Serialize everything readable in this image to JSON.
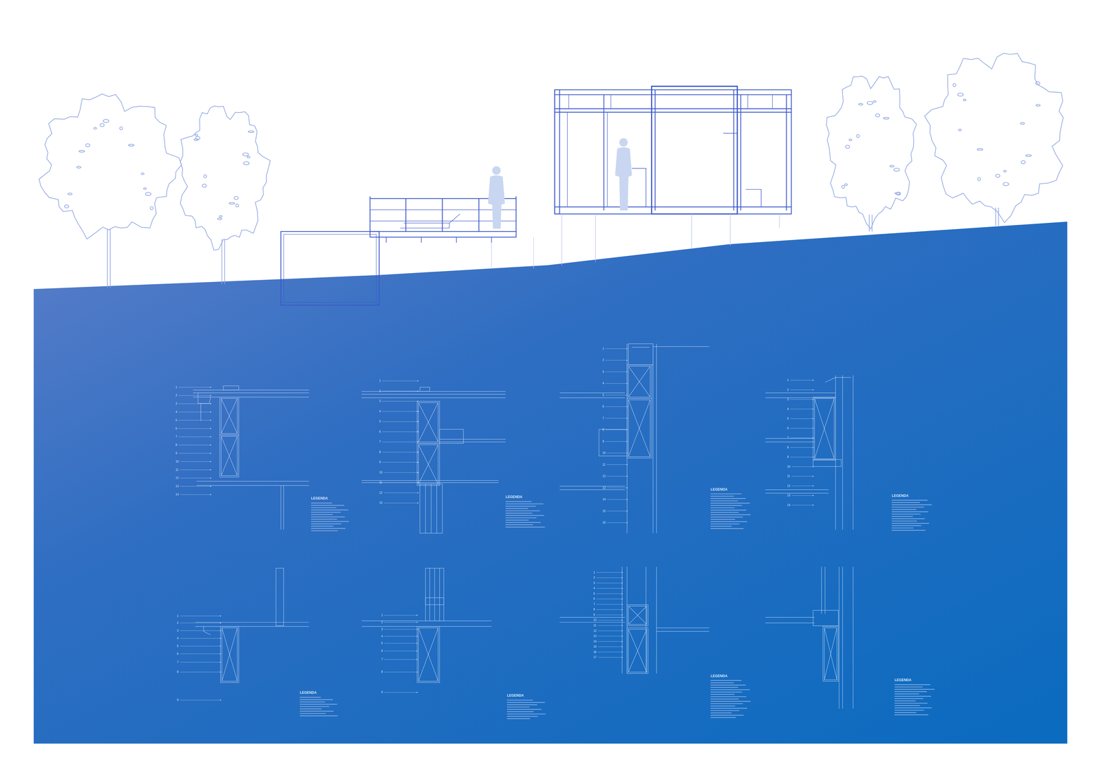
{
  "diagram": {
    "labels": [
      "1",
      "2",
      "3",
      "4",
      "5",
      "6",
      "7",
      "8",
      "9",
      "10",
      "11",
      "12",
      "13",
      "14",
      "LEGENDA",
      "1",
      "2",
      "3",
      "4",
      "5",
      "6",
      "7",
      "8",
      "9",
      "10",
      "11",
      "12",
      "13",
      "LEGENDA",
      "1",
      "2",
      "3",
      "4",
      "5",
      "6",
      "7",
      "8",
      "9",
      "10",
      "11",
      "12",
      "13",
      "14",
      "15",
      "16",
      "LEGENDA",
      "1",
      "2",
      "3",
      "4",
      "5",
      "6",
      "7",
      "8",
      "9",
      "10",
      "11",
      "12",
      "13",
      "14",
      "LEGENDA",
      "1",
      "2",
      "3",
      "4",
      "5",
      "6",
      "7",
      "8",
      "9",
      "LEGENDA",
      "1",
      "2",
      "3",
      "4",
      "5",
      "6",
      "7",
      "8",
      "9",
      "LEGENDA",
      "1",
      "2",
      "3",
      "4",
      "5",
      "6",
      "7",
      "8",
      "9",
      "10",
      "11",
      "12",
      "13",
      "14",
      "15",
      "16",
      "17",
      "LEGENDA",
      "LEGENDA"
    ]
  }
}
